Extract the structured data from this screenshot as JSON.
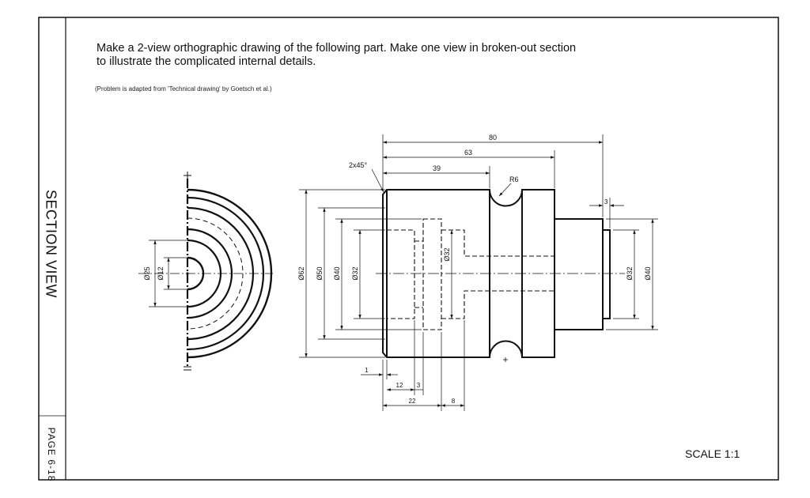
{
  "sidebar": {
    "title": "SECTION VIEW",
    "page_label": "PAGE 6-18"
  },
  "instructions": {
    "line1": "Make a 2-view orthographic drawing of the following part. Make one view in broken-out section",
    "line2": "to illustrate the complicated internal details."
  },
  "source_note": "(Problem is adapted from 'Technical drawing' by Goetsch et al.)",
  "scale_label": "SCALE 1:1",
  "dimensions": {
    "overall_length": "80",
    "length_to_groove_end": "63",
    "length_main_body": "39",
    "chamfer": "2x45°",
    "groove_radius": "R6",
    "end_step": "3",
    "step_1": "1",
    "bore_depth": "12",
    "bore_step": "3",
    "counterbore_depth": "22",
    "inner_step": "8",
    "dia_outer_largest": "Ø62",
    "dia_body": "Ø50",
    "dia_bore_large": "Ø40",
    "dia_bore": "Ø32",
    "dia_inner": "Ø32",
    "dia_shaft_inner": "Ø32",
    "dia_shaft": "Ø40",
    "dia_side_outer": "Ø25",
    "dia_side_inner": "Ø12"
  }
}
